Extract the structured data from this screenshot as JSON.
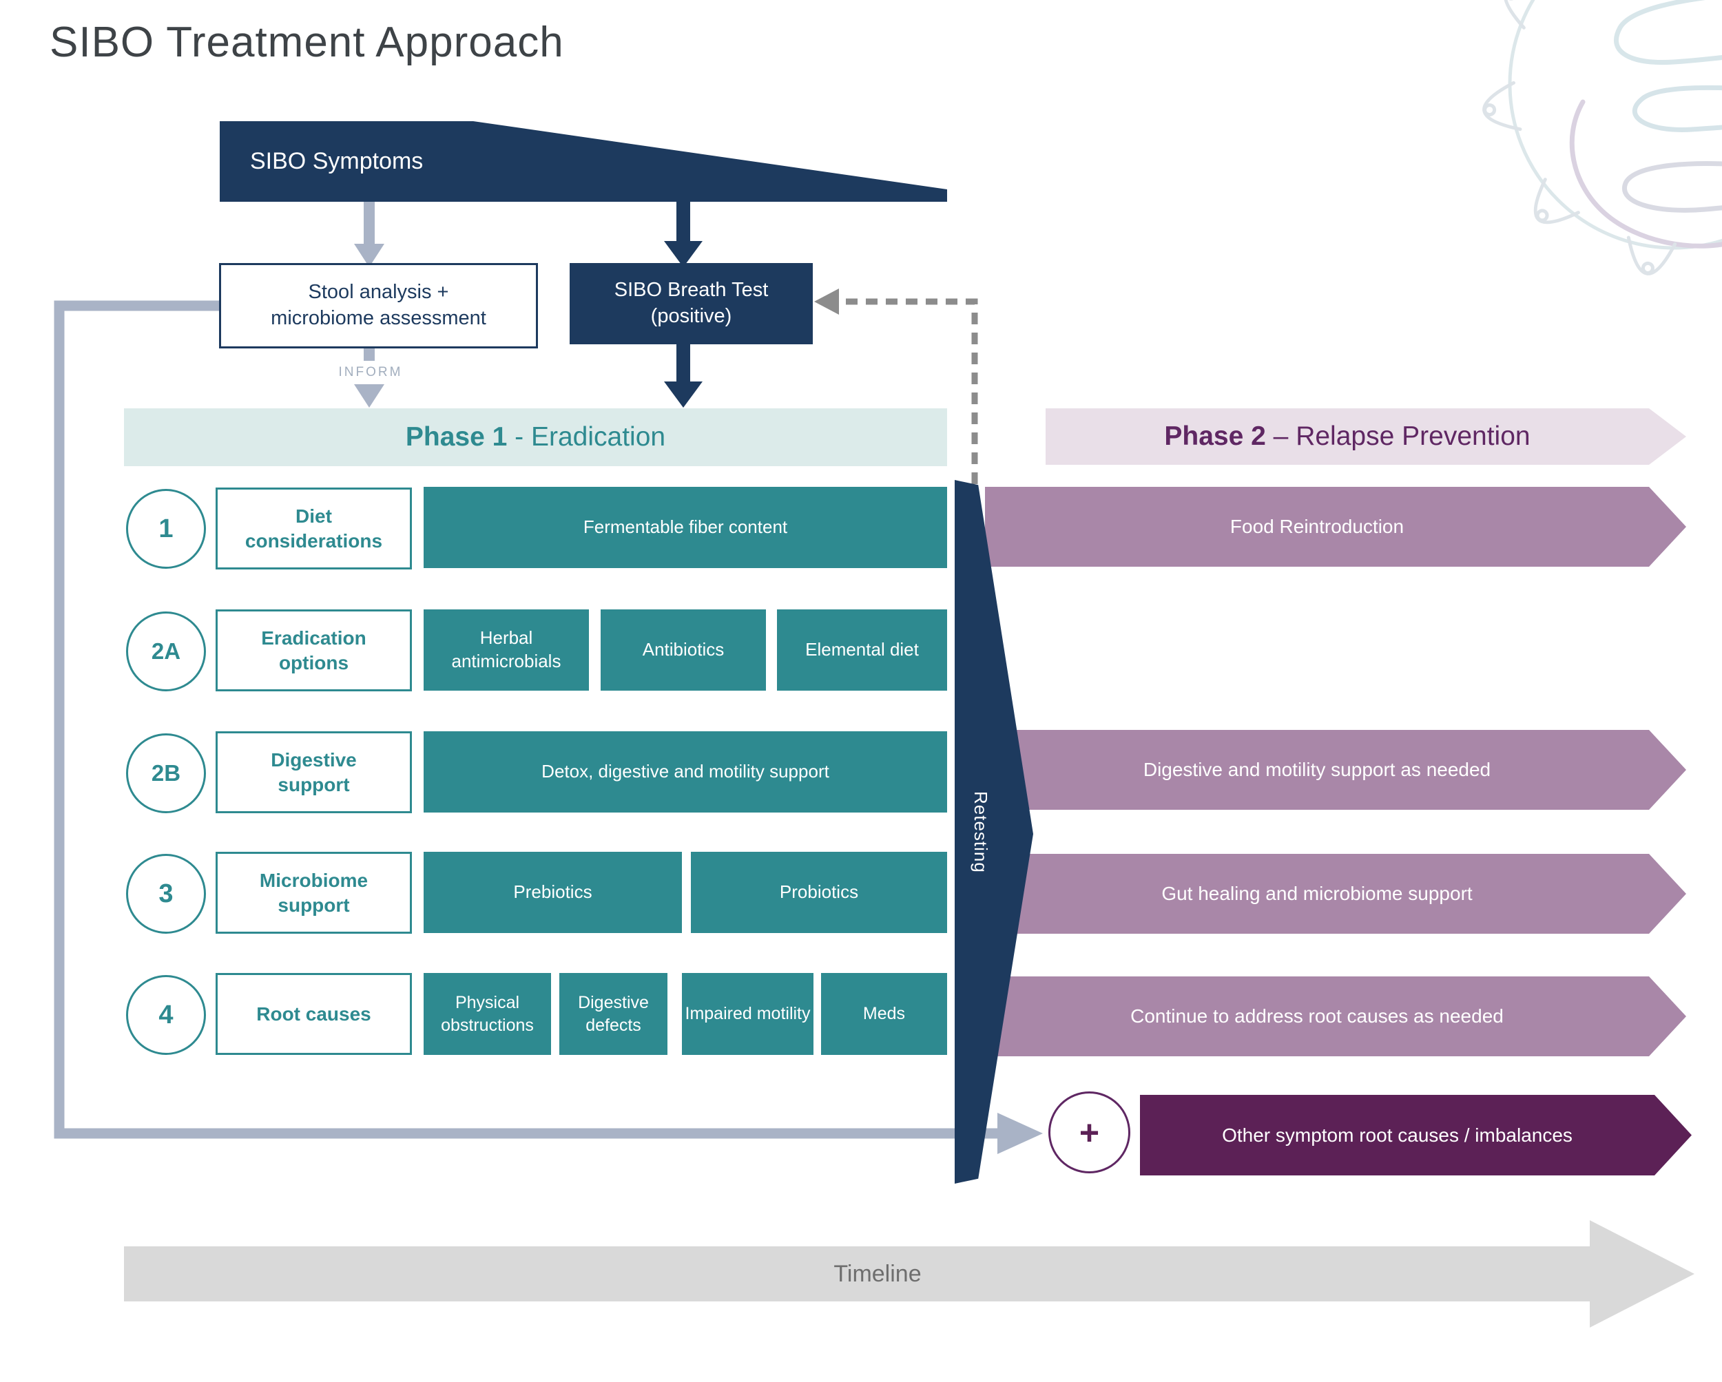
{
  "title": "SIBO Treatment Approach",
  "flow": {
    "symptoms_label": "SIBO Symptoms",
    "stool_line1": "Stool analysis +",
    "stool_line2": "microbiome assessment",
    "breath_line1": "SIBO Breath Test",
    "breath_line2": "(positive)",
    "inform_label": "INFORM",
    "retesting_label": "Retesting"
  },
  "phase1": {
    "title_bold": "Phase 1",
    "title_rest": " - Eradication",
    "rows": [
      {
        "num": "1",
        "label": "Diet considerations",
        "boxes": [
          "Fermentable fiber content"
        ]
      },
      {
        "num": "2A",
        "label": "Eradication options",
        "boxes": [
          "Herbal antimicrobials",
          "Antibiotics",
          "Elemental diet"
        ]
      },
      {
        "num": "2B",
        "label": "Digestive support",
        "boxes": [
          "Detox, digestive and motility support"
        ]
      },
      {
        "num": "3",
        "label": "Microbiome support",
        "boxes": [
          "Prebiotics",
          "Probiotics"
        ]
      },
      {
        "num": "4",
        "label": "Root causes",
        "boxes": [
          "Physical obstructions",
          "Digestive defects",
          "Impaired motility",
          "Meds"
        ]
      }
    ]
  },
  "phase2": {
    "title_bold": "Phase 2",
    "title_rest": " – Relapse Prevention",
    "bars": [
      "Food Reintroduction",
      "Digestive and motility support as needed",
      "Gut healing and microbiome support",
      "Continue to address root causes as needed"
    ],
    "plus_label": "+",
    "other_bar": "Other symptom root causes / imbalances"
  },
  "timeline_label": "Timeline",
  "colors": {
    "navy": "#1d3a5e",
    "teal": "#2e8a90",
    "light_teal": "#dcebea",
    "mauve": "#a987a8",
    "light_pink": "#e9dfe8",
    "dark_purple": "#5c2156",
    "purple_text": "#5f2763",
    "connector_gray": "#a9b3c6",
    "dash_gray": "#8c8c8c",
    "timeline_gray": "#d9d9d9"
  }
}
